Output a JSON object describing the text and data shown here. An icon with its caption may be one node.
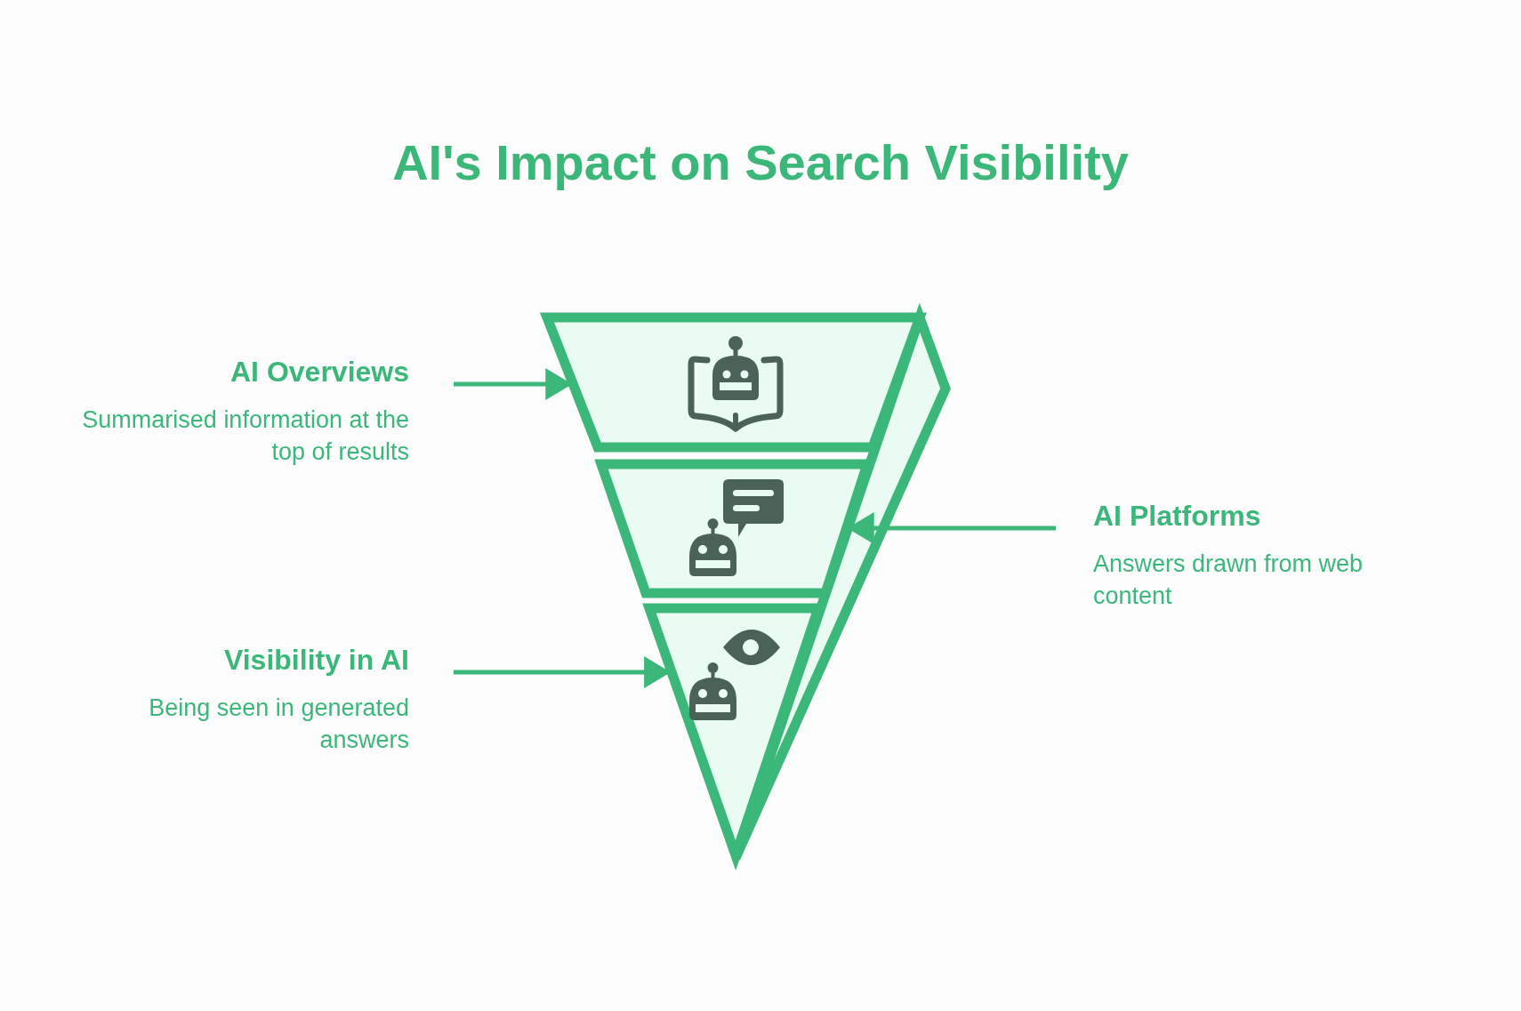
{
  "diagram": {
    "title": "AI's Impact on Search Visibility",
    "nodes": [
      {
        "text": [
          "AI Overviews",
          "Summarised information at the top of results"
        ]
      },
      {
        "text": [],
        "shape": "trapezoid"
      },
      {
        "text": [],
        "shape": "trapezoid"
      },
      {
        "text": [
          "AI Platforms",
          "Answers drawn from web content"
        ]
      },
      {
        "text": [
          "Visibility in AI",
          "Being seen in generated answers"
        ]
      },
      {
        "text": [],
        "shape": "triangle"
      }
    ],
    "edges": [
      {
        "from": 0,
        "to": 1,
        "arrow": "to"
      },
      {
        "from": 3,
        "to": 2,
        "arrow": "to"
      },
      {
        "from": 4,
        "to": 5,
        "arrow": "to"
      }
    ]
  }
}
